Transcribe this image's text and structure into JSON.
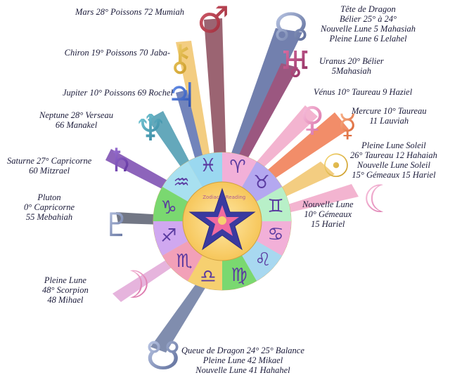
{
  "center_caption": [
    "Zodiac",
    "Reading"
  ],
  "colors": {
    "ray_mars": "#8a4a5a",
    "ray_chiron": "#f2c56c",
    "ray_jupiter": "#5a6fb0",
    "ray_neptune": "#4a9ab0",
    "ray_saturn": "#7a4ab0",
    "ray_pluton": "#5a6070",
    "ray_dragon_head": "#5a6aa0",
    "ray_uranus": "#8a3a6a",
    "ray_venus": "#f2a8c8",
    "ray_mercure": "#f07a50",
    "ray_sun": "#f2c56c",
    "ray_moon": "#f2a8c8",
    "ray_scorpion": "#e2a8d8",
    "ray_dragon_tail": "#6a7aa0"
  },
  "labels": {
    "mars": [
      "Mars 28° Poissons 72 Mumiah"
    ],
    "chiron": [
      "Chiron 19° Poissons 70 Jaba-"
    ],
    "jupiter": [
      "Jupiter 10° Poissons 69 Rochel"
    ],
    "neptune": [
      "Neptune 28° Verseau",
      "66 Manakel"
    ],
    "saturne": [
      "Saturne 27° Capricorne",
      "60 Mitzrael"
    ],
    "pluton": [
      "Pluton",
      "0° Capricorne",
      "55 Mebahiah"
    ],
    "pleine_lune_scorpion": [
      "Pleine Lune",
      "48° Scorpion",
      "48 Mihael"
    ],
    "queue_dragon": [
      "Queue de Dragon 24° 25° Balance",
      "Pleine Lune 42 Mikael",
      "Nouvelle Lune 41 Hahahel"
    ],
    "tete_dragon": [
      "Tête de Dragon",
      "Bélier 25° à 24°",
      "Nouvelle Lune 5 Mahasiah",
      "Pleine Lune 6 Lelahel"
    ],
    "uranus": [
      "Uranus 20° Bélier",
      "5Mahasiah"
    ],
    "venus": [
      "Vénus 10° Taureau 9 Haziel"
    ],
    "mercure": [
      "Mercure 10° Taureau",
      "11 Lauviah"
    ],
    "soleil": [
      "Pleine Lune Soleil",
      "26° Taureau 12 Hahaiah",
      "Nouvelle Lune Soleil",
      "15° Gémeaux 15 Hariel"
    ],
    "nouvelle_lune": [
      "Nouvelle Lune",
      "10° Gémeaux",
      "15 Hariel"
    ]
  }
}
